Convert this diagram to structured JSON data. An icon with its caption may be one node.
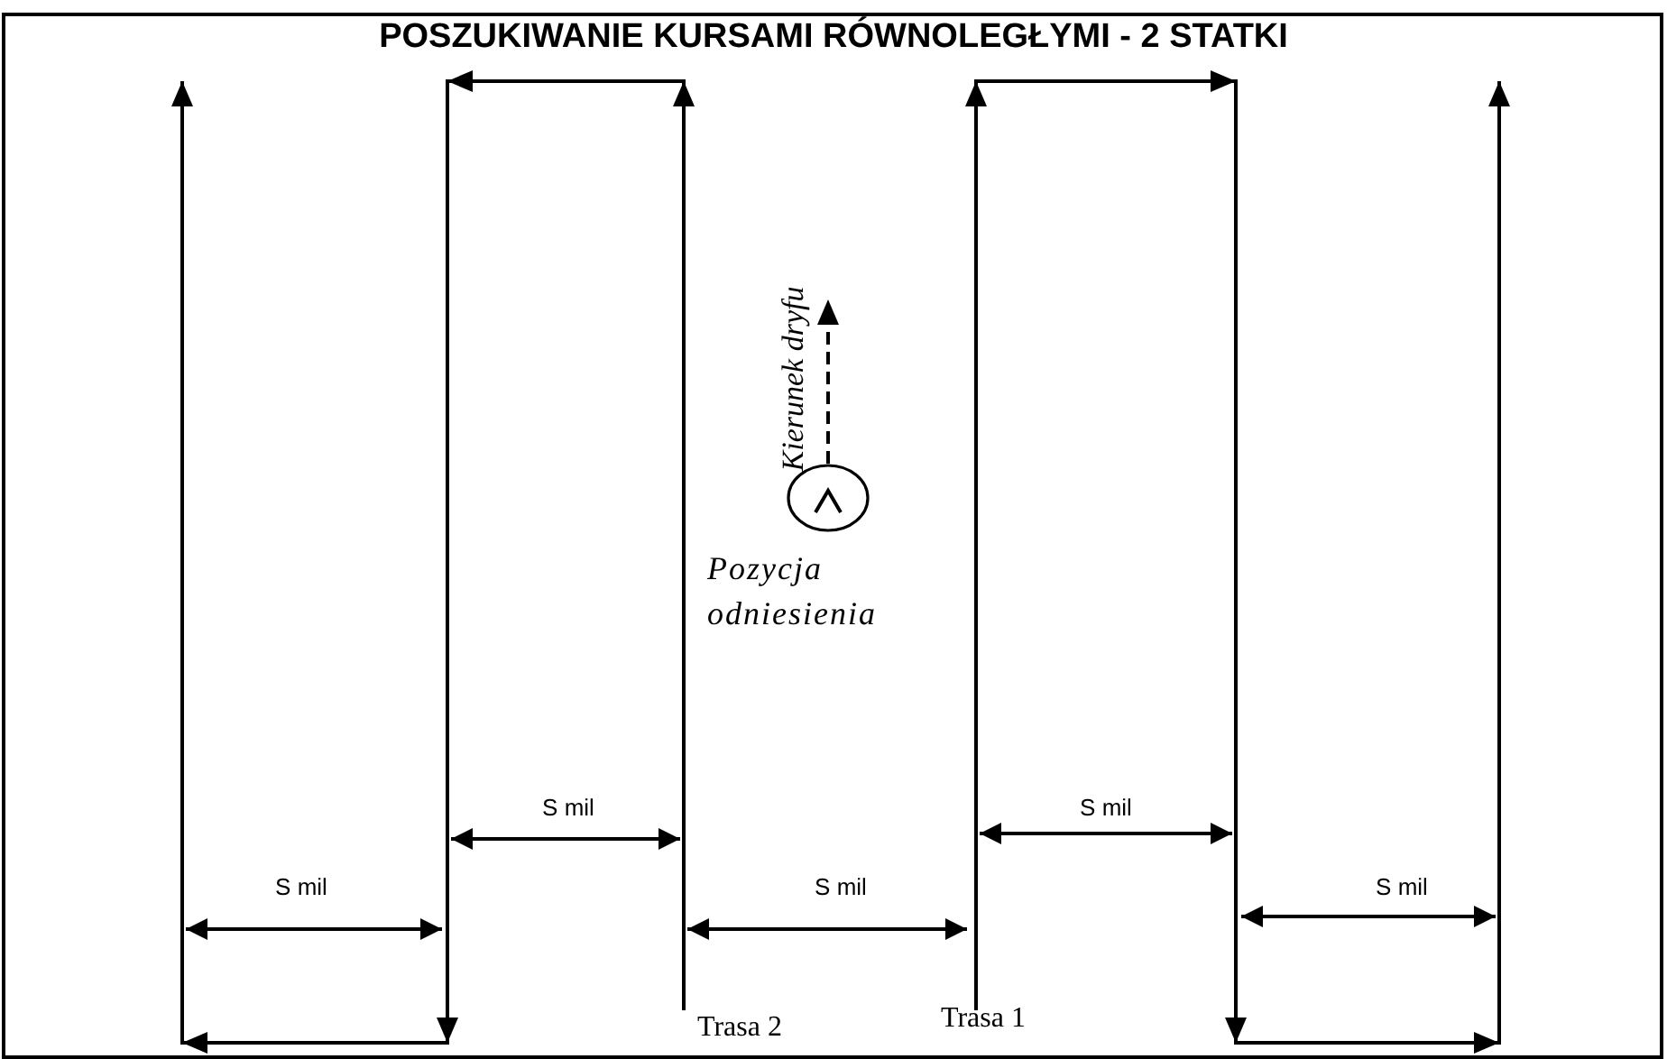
{
  "diagram": {
    "title": "POSZUKIWANIE KURSAMI RÓWNOLEGŁYMI - 2 STATKI",
    "nodes": [
      {
        "text": [],
        "shape": "circle",
        "beside": [
          "Pozycja odniesienia"
        ]
      }
    ],
    "labels": [
      "Kierunek dryfu",
      "S mil",
      "S mil",
      "S mil",
      "S mil",
      "S mil",
      "Trasa 2",
      "Trasa 1"
    ]
  }
}
